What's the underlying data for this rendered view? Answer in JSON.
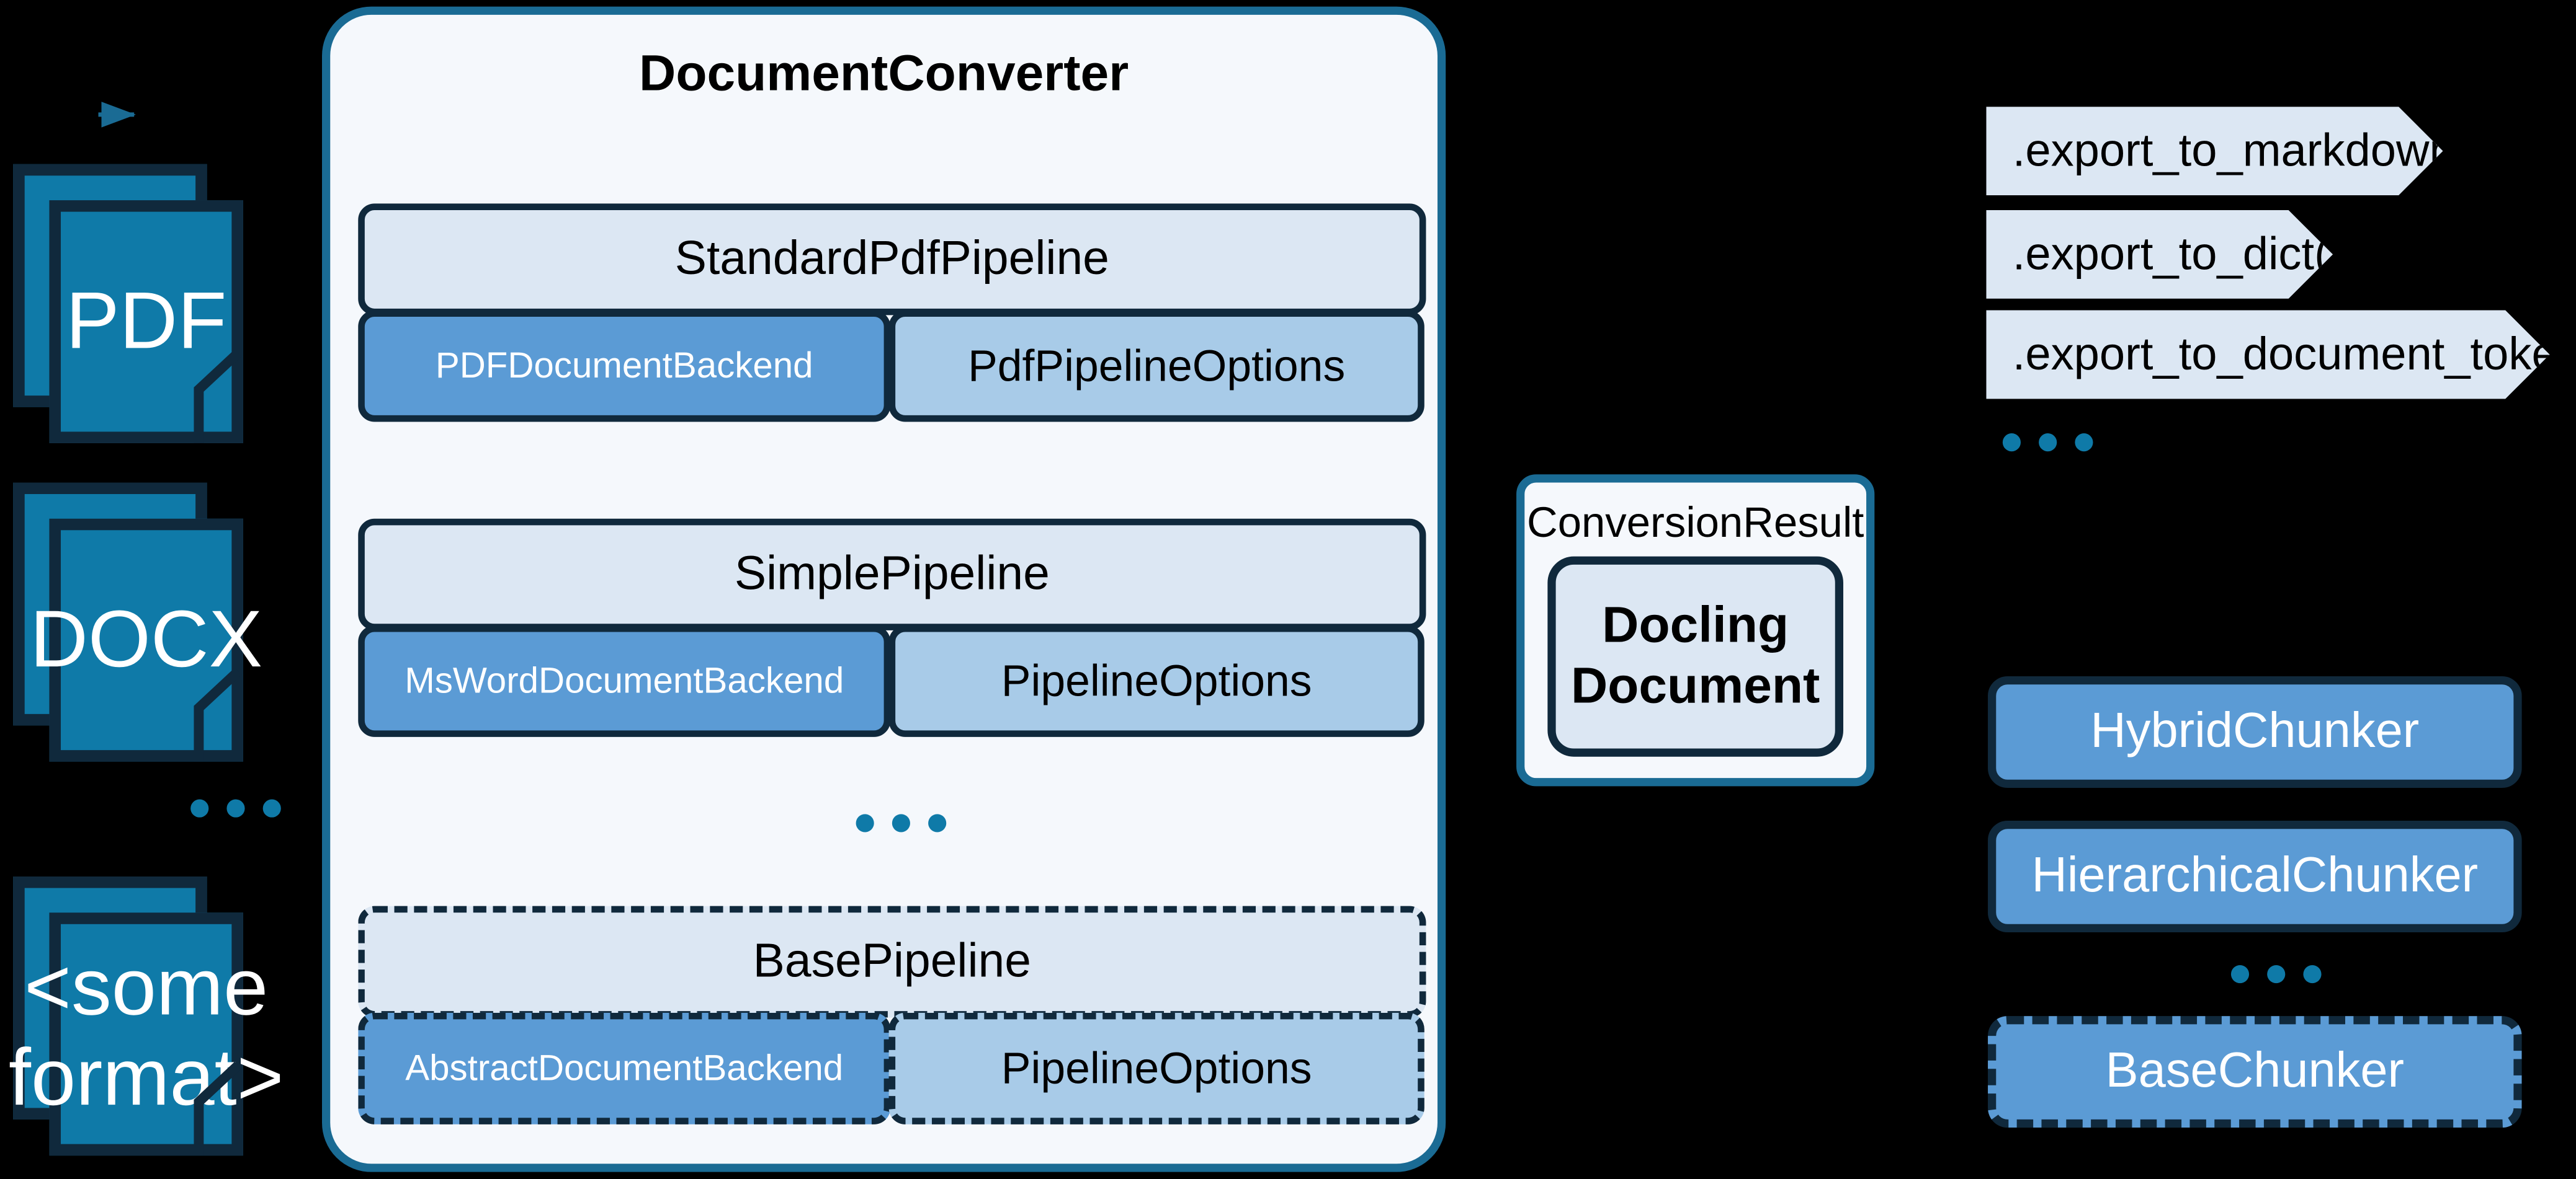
{
  "colors": {
    "background": "#000000",
    "panel_bg": "#f5f8fc",
    "panel_border": "#1a6b94",
    "pipeline_head": "#dce7f3",
    "backend": "#5b9bd5",
    "options": "#a8cbe8",
    "doc_icon": "#0f7aa8",
    "outline": "#10293c",
    "wire": "#1a6b94",
    "ellipsis": "#0f7aa8"
  },
  "inputs": {
    "documents": [
      {
        "label": "PDF",
        "name": "pdf"
      },
      {
        "label": "DOCX",
        "name": "docx"
      },
      {
        "label": "<some\nformat>",
        "name": "some-format"
      }
    ],
    "ellipsis": "..."
  },
  "converter": {
    "title": "DocumentConverter",
    "ellipsis": "...",
    "pipelines": [
      {
        "name": "standard-pdf-pipeline",
        "head": "StandardPdfPipeline",
        "backend": "PDFDocumentBackend",
        "options": "PdfPipelineOptions",
        "dashed": false
      },
      {
        "name": "simple-pipeline",
        "head": "SimplePipeline",
        "backend": "MsWordDocumentBackend",
        "options": "PipelineOptions",
        "dashed": false
      },
      {
        "name": "base-pipeline",
        "head": "BasePipeline",
        "backend": "AbstractDocumentBackend",
        "options": "PipelineOptions",
        "dashed": true
      }
    ]
  },
  "conversion_result": {
    "label": "ConversionResult",
    "document": "Docling\nDocument"
  },
  "exports": {
    "items": [
      {
        "label": ".export_to_markdown()",
        "name": "export-to-markdown"
      },
      {
        "label": ".export_to_dict()",
        "name": "export-to-dict"
      },
      {
        "label": ".export_to_document_tokens()",
        "name": "export-to-document-tokens"
      }
    ],
    "ellipsis": "..."
  },
  "chunkers": {
    "items": [
      {
        "label": "HybridChunker",
        "name": "hybrid-chunker",
        "dashed": false
      },
      {
        "label": "HierarchicalChunker",
        "name": "hierarchical-chunker",
        "dashed": false
      },
      {
        "label": "BaseChunker",
        "name": "base-chunker",
        "dashed": true
      }
    ],
    "ellipsis": "..."
  }
}
